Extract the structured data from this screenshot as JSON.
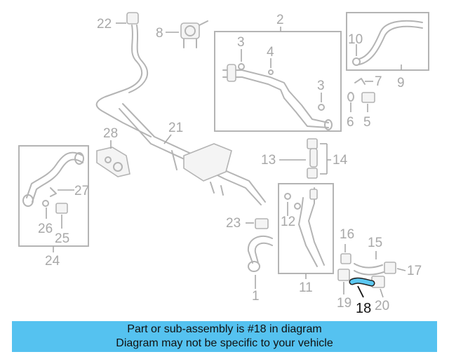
{
  "callouts": {
    "c1": "1",
    "c2": "2",
    "c3a": "3",
    "c3b": "3",
    "c4": "4",
    "c5": "5",
    "c6": "6",
    "c7": "7",
    "c8": "8",
    "c9": "9",
    "c10": "10",
    "c11": "11",
    "c12": "12",
    "c13": "13",
    "c14": "14",
    "c15": "15",
    "c16": "16",
    "c17": "17",
    "c18": "18",
    "c19": "19",
    "c20": "20",
    "c21": "21",
    "c22": "22",
    "c23": "23",
    "c24": "24",
    "c25": "25",
    "c26": "26",
    "c27": "27",
    "c28": "28"
  },
  "highlight": {
    "part_number": "18",
    "color": "#5bc8f2"
  },
  "banner": {
    "line1": "Part or sub-assembly is #18 in diagram",
    "line2": "Diagram may not be specific to your vehicle",
    "background": "#55c2f0"
  },
  "colors": {
    "line_art": "#b4b4b4",
    "label": "#a8a8a8",
    "highlight_label": "#111111"
  }
}
